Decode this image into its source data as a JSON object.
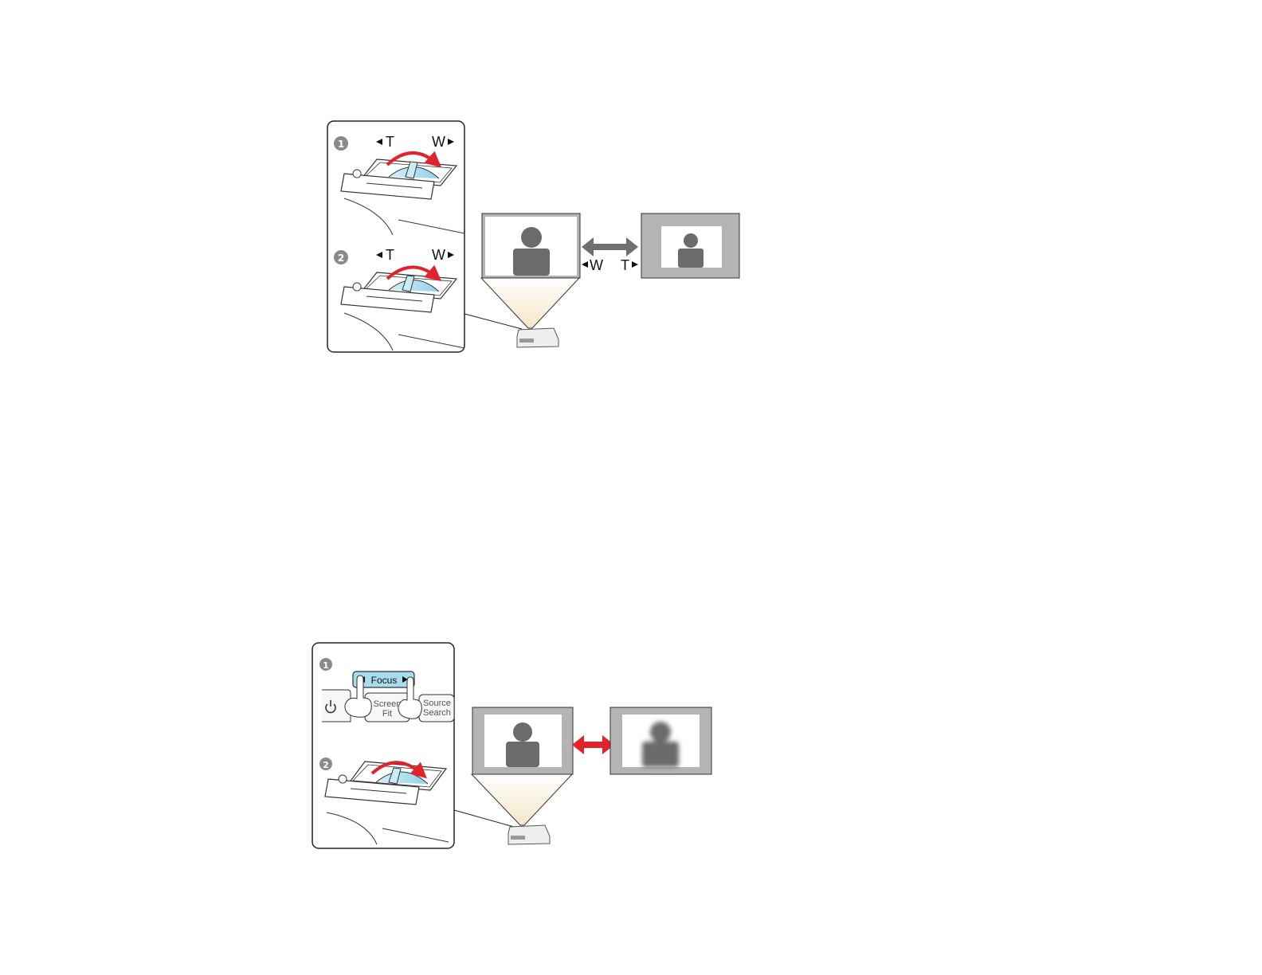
{
  "zoom_figure": {
    "steps": [
      "1",
      "2"
    ],
    "lever_label_left": "T",
    "lever_label_right": "W",
    "screen_label_left": "W",
    "screen_label_right": "T"
  },
  "focus_figure": {
    "steps": [
      "1",
      "2"
    ],
    "focus_button_label": "Focus",
    "screen_fit_line1": "Screen",
    "screen_fit_line2": "Fit",
    "source_search_line1": "Source",
    "source_search_line2": "Search"
  },
  "colors": {
    "lever_blue": "#a9dcef",
    "arrow_red": "#e2232b",
    "arrow_gray": "#6f6f6f",
    "figure_gray": "#6b6b6b",
    "screen_gray": "#b4b4b4",
    "beam": "#f6ecd9"
  }
}
